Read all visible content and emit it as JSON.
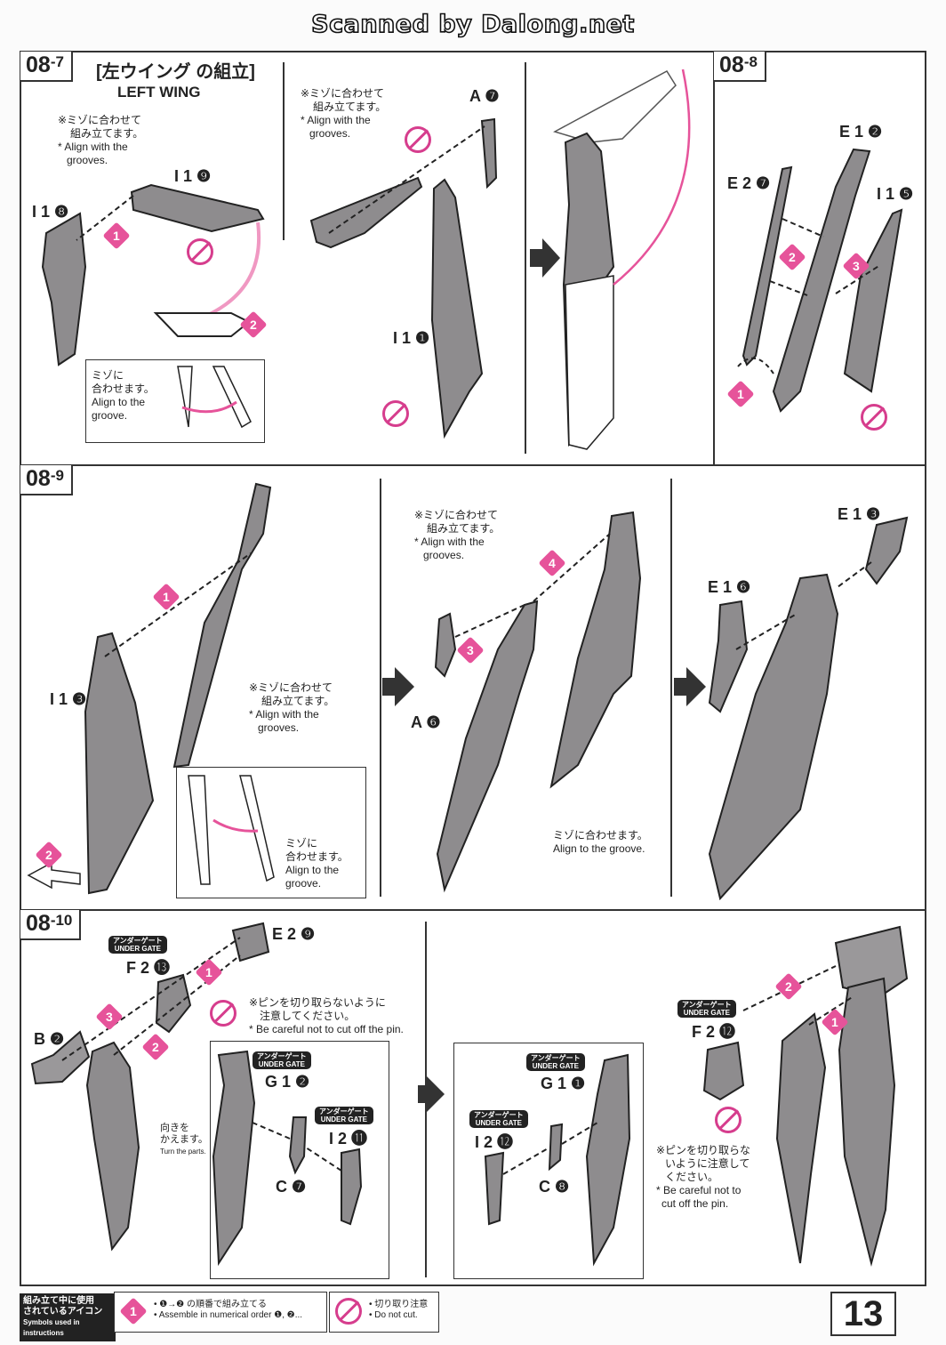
{
  "watermark": "Scanned by Dalong.net",
  "page_number": "13",
  "colors": {
    "accent": "#e6539a",
    "part_fill": "#8e8c8e",
    "line": "#333333"
  },
  "step_087": {
    "tag_main": "08",
    "tag_sub": "-7",
    "title_jp": "[左ウイング の組立]",
    "title_en": "LEFT WING",
    "note_a_jp1": "※ミゾに合わせて",
    "note_a_jp2": "組み立てます。",
    "note_a_en1": "* Align with the",
    "note_a_en2": "grooves.",
    "note_b_jp1": "※ミゾに合わせて",
    "note_b_jp2": "組み立てます。",
    "note_b_en1": "* Align with the",
    "note_b_en2": "grooves.",
    "inset_jp1": "ミゾに",
    "inset_jp2": "合わせます。",
    "inset_en1": "Align to the",
    "inset_en2": "groove.",
    "part_i1_9": "I 1 ❾",
    "part_i1_8": "I 1 ❽",
    "part_a7": "A ❼",
    "part_i1_1": "I 1 ❶"
  },
  "step_088": {
    "tag_main": "08",
    "tag_sub": "-8",
    "part_e1_2": "E 1 ❷",
    "part_e2_7": "E 2 ❼",
    "part_i1_5": "I 1 ❺"
  },
  "step_089": {
    "tag_main": "08",
    "tag_sub": "-9",
    "part_i1_3": "I 1 ❸",
    "note_a_jp1": "※ミゾに合わせて",
    "note_a_jp2": "組み立てます。",
    "note_a_en1": "* Align with the",
    "note_a_en2": "grooves.",
    "inset_jp1": "ミゾに",
    "inset_jp2": "合わせます。",
    "inset_en1": "Align to the",
    "inset_en2": "groove.",
    "note_b_jp1": "※ミゾに合わせて",
    "note_b_jp2": "組み立てます。",
    "note_b_en1": "* Align with the",
    "note_b_en2": "grooves.",
    "part_a6": "A ❻",
    "groove_jp": "ミゾに合わせます。",
    "groove_en": "Align to the groove.",
    "part_e1_3": "E 1 ❸",
    "part_e1_6": "E 1 ❻"
  },
  "step_0810": {
    "tag_main": "08",
    "tag_sub": "-10",
    "ug_jp": "アンダーゲート",
    "ug_en": "UNDER GATE",
    "part_f2_13": "F 2 ⓭",
    "part_e2_9": "E 2 ❾",
    "part_b2": "B ❷",
    "pin_jp1": "※ピンを切り取らないように",
    "pin_jp2": "注意してください。",
    "pin_en": "* Be careful not to cut off the pin.",
    "turn_jp1": "向きを",
    "turn_jp2": "かえます。",
    "turn_en": "Turn the parts.",
    "part_g1_2": "G 1 ❷",
    "part_i2_11": "I 2 ⓫",
    "part_c7": "C ❼",
    "part_g1_1": "G 1 ❶",
    "part_i2_12": "I 2 ⓬",
    "part_c8": "C ❽",
    "part_f2_12": "F 2 ⓬",
    "pin2_jp1": "※ピンを切り取らな",
    "pin2_jp2": "いように注意して",
    "pin2_jp3": "ください。",
    "pin2_en1": "* Be careful not to",
    "pin2_en2": "cut off the pin."
  },
  "legend": {
    "box_jp1": "組み立て中に使用",
    "box_jp2": "されているアイコン",
    "box_en": "Symbols used in instructions",
    "order_jp": "• ❶→❷ の順番で組み立てる",
    "order_en": "• Assemble in numerical order ❶, ❷...",
    "cut_jp": "• 切り取り注意",
    "cut_en": "• Do not cut."
  },
  "step_numbers": [
    "1",
    "2",
    "3",
    "4"
  ]
}
